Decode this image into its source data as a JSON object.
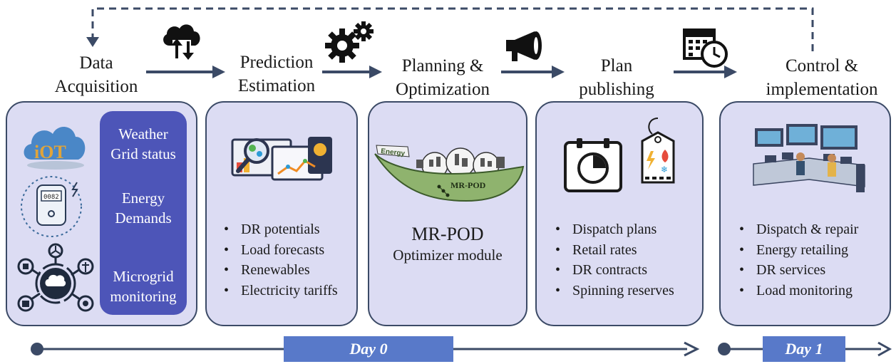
{
  "stages": [
    {
      "title_line1": "Data",
      "title_line2": "Acquisition",
      "icon": "cloud-upload-download-icon"
    },
    {
      "title_line1": "Prediction",
      "title_line2": "Estimation",
      "icon": "gears-icon"
    },
    {
      "title_line1": "Planning &",
      "title_line2": "Optimization",
      "icon": "megaphone-icon"
    },
    {
      "title_line1": "Plan",
      "title_line2": "publishing",
      "icon": "calendar-clock-icon"
    },
    {
      "title_line1": "Control &",
      "title_line2": "implementation",
      "icon": ""
    }
  ],
  "acquisition_panel": {
    "group1": [
      "Weather",
      "Grid status"
    ],
    "group2": [
      "Energy",
      "Demands"
    ],
    "group3": [
      "Microgrid",
      "monitoring"
    ],
    "iot_label": "iOT",
    "meter_reading": "0082",
    "icons": [
      "iot-cloud-icon",
      "smart-meter-icon",
      "energy-hub-icon"
    ]
  },
  "prediction_box": {
    "items": [
      "DR potentials",
      "Load forecasts",
      "Renewables",
      "Electricity tariffs"
    ],
    "icon": "analytics-dashboard-icon"
  },
  "optimization_box": {
    "name": "MR-POD",
    "subtitle": "Optimizer module",
    "logo_text": "MR-POD",
    "logo_banner": "Energy",
    "icon": "mr-pod-pea-pod-logo"
  },
  "publishing_box": {
    "items": [
      "Dispatch plans",
      "Retail rates",
      "DR contracts",
      "Spinning reserves"
    ],
    "icons": [
      "timer-calendar-icon",
      "energy-price-tag-icon"
    ]
  },
  "control_box": {
    "items": [
      "Dispatch & repair",
      "Energy retailing",
      "DR services",
      "Load monitoring"
    ],
    "icon": "control-room-icon"
  },
  "timeline": {
    "day0_label": "Day 0",
    "day1_label": "Day 1"
  },
  "colors": {
    "box_fill": "#dcdcf3",
    "box_border": "#3b4a66",
    "panel_fill": "#4d55b8",
    "arrow": "#3b4a66",
    "day_box": "#5879c9"
  }
}
